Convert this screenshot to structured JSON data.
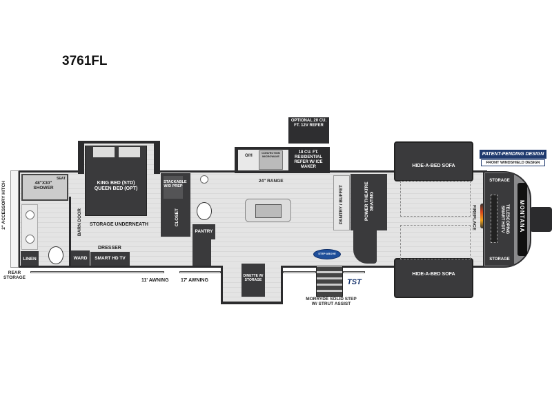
{
  "title": "3761FL",
  "labels": {
    "accessory_hitch": "2\" ACCESSORY HITCH",
    "shower": "48\"X30\" SHOWER",
    "seat": "SEAT",
    "linen": "LINEN",
    "rear_storage": "REAR STORAGE",
    "barn_door": "BARN DOOR",
    "bed": "KING BED (STD) QUEEN BED (OPT)",
    "storage_underneath": "STORAGE UNDERNEATH",
    "ward": "WARD",
    "dresser": "DRESSER",
    "smart_tv": "SMART HD TV",
    "stackable": "STACKABLE W/D PREP",
    "closet": "CLOSET",
    "pantry": "PANTRY",
    "awning_11": "11' AWNING",
    "awning_17": "17' AWNING",
    "optional_refer": "OPTIONAL 20 CU. FT. 12V REFER",
    "oh": "O/H",
    "microwave": "CONVECTION MICROWAVE",
    "residential_refer": "18 CU. FT. RESIDENTIAL REFER W/ ICE MAKER",
    "range": "24\" RANGE",
    "pantry_buffet": "PANTRY / BUFFET",
    "theatre_seating": "POWER THEATRE SEATING",
    "dinette": "DINETTE W/ STORAGE",
    "step": "MORRYDE SOLID STEP W/ STRUT ASSIST",
    "step_badge": "STEP ABOVE",
    "tst_logo": "TST",
    "sofa_top": "HIDE-A-BED SOFA",
    "sofa_bottom": "HIDE-A-BED SOFA",
    "fireplace": "FIREPLACE",
    "storage_top": "STORAGE",
    "storage_bottom": "STORAGE",
    "tv": "TELESCOPING SMART HDTV",
    "brand": "MONTANA",
    "patent_title": "PATENT-PENDING DESIGN",
    "patent_sub": "FRONT WINDSHIELD DESIGN"
  },
  "colors": {
    "wall": "#2b2b2d",
    "furniture": "#3a3a3c",
    "floor": "#e0e0e0",
    "badge": "#1f3a6e"
  }
}
